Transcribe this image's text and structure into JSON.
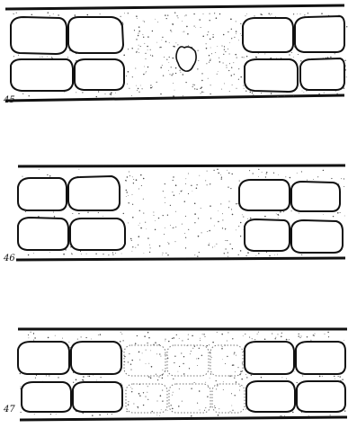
{
  "figures": [
    {
      "label": "45"
    },
    {
      "label": "46"
    },
    {
      "label": "47"
    }
  ],
  "colors": {
    "ink": "#111111",
    "paper": "#ffffff",
    "stipple": "#444444"
  }
}
